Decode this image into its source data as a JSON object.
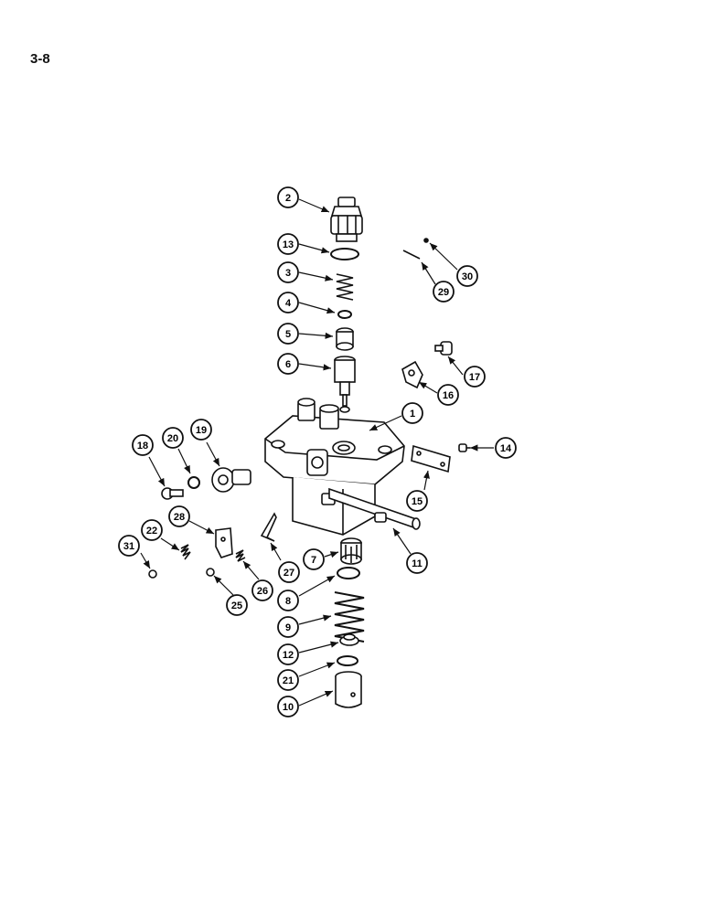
{
  "page": {
    "number": "3-8"
  },
  "callouts": [
    {
      "id": "c1",
      "label": "1"
    },
    {
      "id": "c2",
      "label": "2"
    },
    {
      "id": "c3",
      "label": "3"
    },
    {
      "id": "c4",
      "label": "4"
    },
    {
      "id": "c5",
      "label": "5"
    },
    {
      "id": "c6",
      "label": "6"
    },
    {
      "id": "c7",
      "label": "7"
    },
    {
      "id": "c8",
      "label": "8"
    },
    {
      "id": "c9",
      "label": "9"
    },
    {
      "id": "c10",
      "label": "10"
    },
    {
      "id": "c11",
      "label": "11"
    },
    {
      "id": "c12",
      "label": "12"
    },
    {
      "id": "c13",
      "label": "13"
    },
    {
      "id": "c14",
      "label": "14"
    },
    {
      "id": "c15",
      "label": "15"
    },
    {
      "id": "c16",
      "label": "16"
    },
    {
      "id": "c17",
      "label": "17"
    },
    {
      "id": "c18",
      "label": "18"
    },
    {
      "id": "c19",
      "label": "19"
    },
    {
      "id": "c20",
      "label": "20"
    },
    {
      "id": "c21",
      "label": "21"
    },
    {
      "id": "c22",
      "label": "22"
    },
    {
      "id": "c25",
      "label": "25"
    },
    {
      "id": "c26",
      "label": "26"
    },
    {
      "id": "c27",
      "label": "27"
    },
    {
      "id": "c28",
      "label": "28"
    },
    {
      "id": "c29",
      "label": "29"
    },
    {
      "id": "c30",
      "label": "30"
    },
    {
      "id": "c31",
      "label": "31"
    }
  ]
}
